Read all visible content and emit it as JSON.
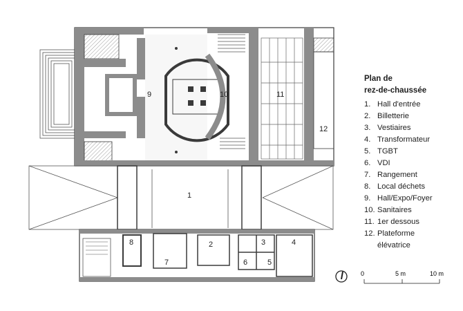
{
  "legend": {
    "title_line1": "Plan de",
    "title_line2": "rez-de-chaussée",
    "items": [
      {
        "num": "1.",
        "label": "Hall d'entrée"
      },
      {
        "num": "2.",
        "label": "Billetterie"
      },
      {
        "num": "3.",
        "label": "Vestiaires"
      },
      {
        "num": "4.",
        "label": "Transformateur"
      },
      {
        "num": "5.",
        "label": "TGBT"
      },
      {
        "num": "6.",
        "label": "VDI"
      },
      {
        "num": "7.",
        "label": "Rangement"
      },
      {
        "num": "8.",
        "label": "Local déchets"
      },
      {
        "num": "9.",
        "label": "Hall/Expo/Foyer"
      },
      {
        "num": "10.",
        "label": "Sanitaires"
      },
      {
        "num": "11.",
        "label": "1er dessous"
      },
      {
        "num": "12.",
        "label": "Plateforme\nélévatrice"
      }
    ]
  },
  "scale": {
    "tick0": "0",
    "tick1": "5 m",
    "tick2": "10 m"
  },
  "rooms": {
    "r1": "1",
    "r2": "2",
    "r3": "3",
    "r4": "4",
    "r5": "5",
    "r6": "6",
    "r7": "7",
    "r8": "8",
    "r9": "9",
    "r10": "10",
    "r11": "11",
    "r12": "12"
  },
  "colors": {
    "wall": "#8c8c8c",
    "line": "#3a3a3a",
    "hatch": "#9a9a9a"
  },
  "icons": {
    "north": "north-arrow-icon"
  }
}
